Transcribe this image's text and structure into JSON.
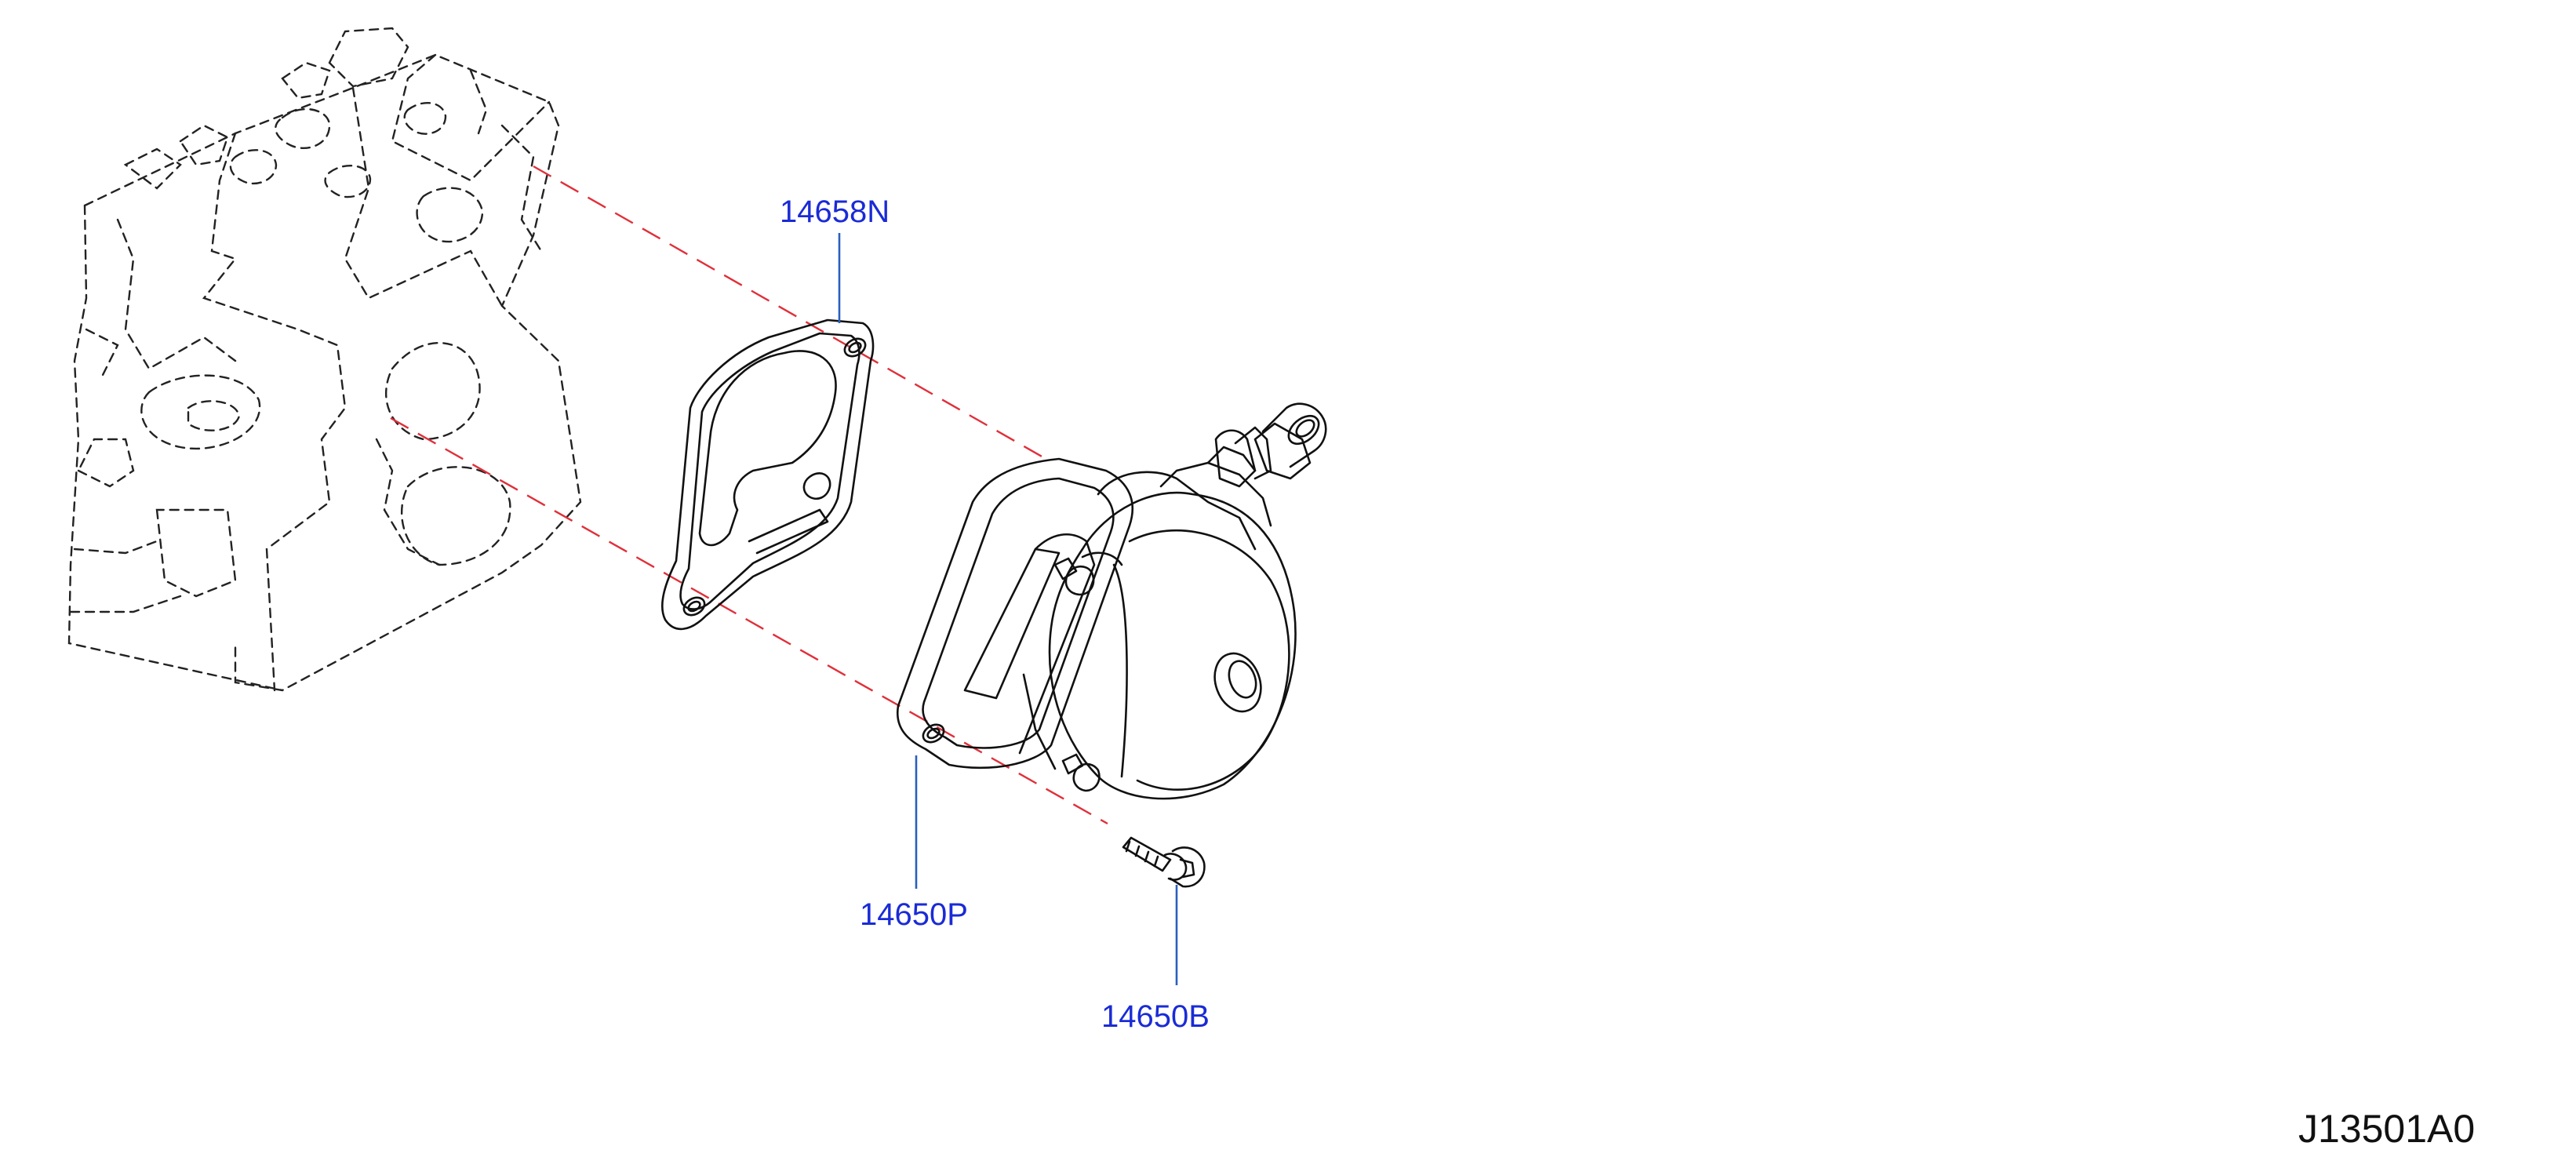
{
  "diagram": {
    "code": "J13501A0",
    "colors": {
      "callout_text": "#1a2bd6",
      "leader_line": "#2b5fbf",
      "alignment_line": "#e0303a",
      "part_outline": "#111111"
    },
    "callouts": [
      {
        "id": "gasket",
        "part_number": "14658N"
      },
      {
        "id": "pump",
        "part_number": "14650P"
      },
      {
        "id": "bolt",
        "part_number": "14650B"
      }
    ]
  }
}
